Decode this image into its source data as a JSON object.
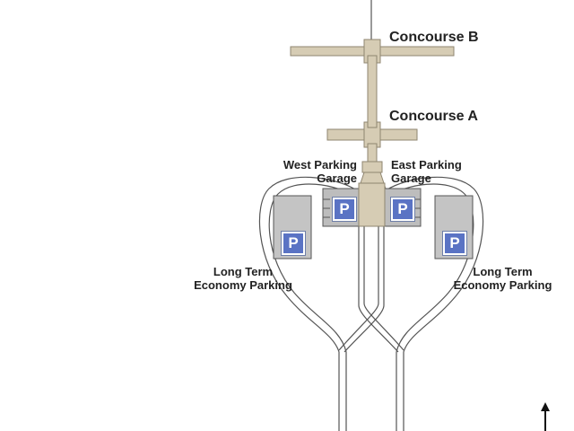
{
  "labels": {
    "concourse_b": "Concourse B",
    "concourse_a": "Concourse A",
    "west_garage_line1": "West Parking",
    "west_garage_line2": "Garage",
    "east_garage_line1": "East Parking",
    "east_garage_line2": "Garage",
    "west_lot_line1": "Long Term",
    "west_lot_line2": "Economy Parking",
    "east_lot_line1": "Long Term",
    "east_lot_line2": "Economy Parking"
  },
  "parking_symbol": "P",
  "icons": {
    "parking": "parking-sign-icon",
    "north": "north-arrow-icon"
  },
  "colors": {
    "terminal": "#d6ccb4",
    "terminal_outline": "#8f8670",
    "garage": "#bdbdbd",
    "lot": "#c4c4c4",
    "parking_sign": "#5a73c4",
    "road": "#555555"
  }
}
